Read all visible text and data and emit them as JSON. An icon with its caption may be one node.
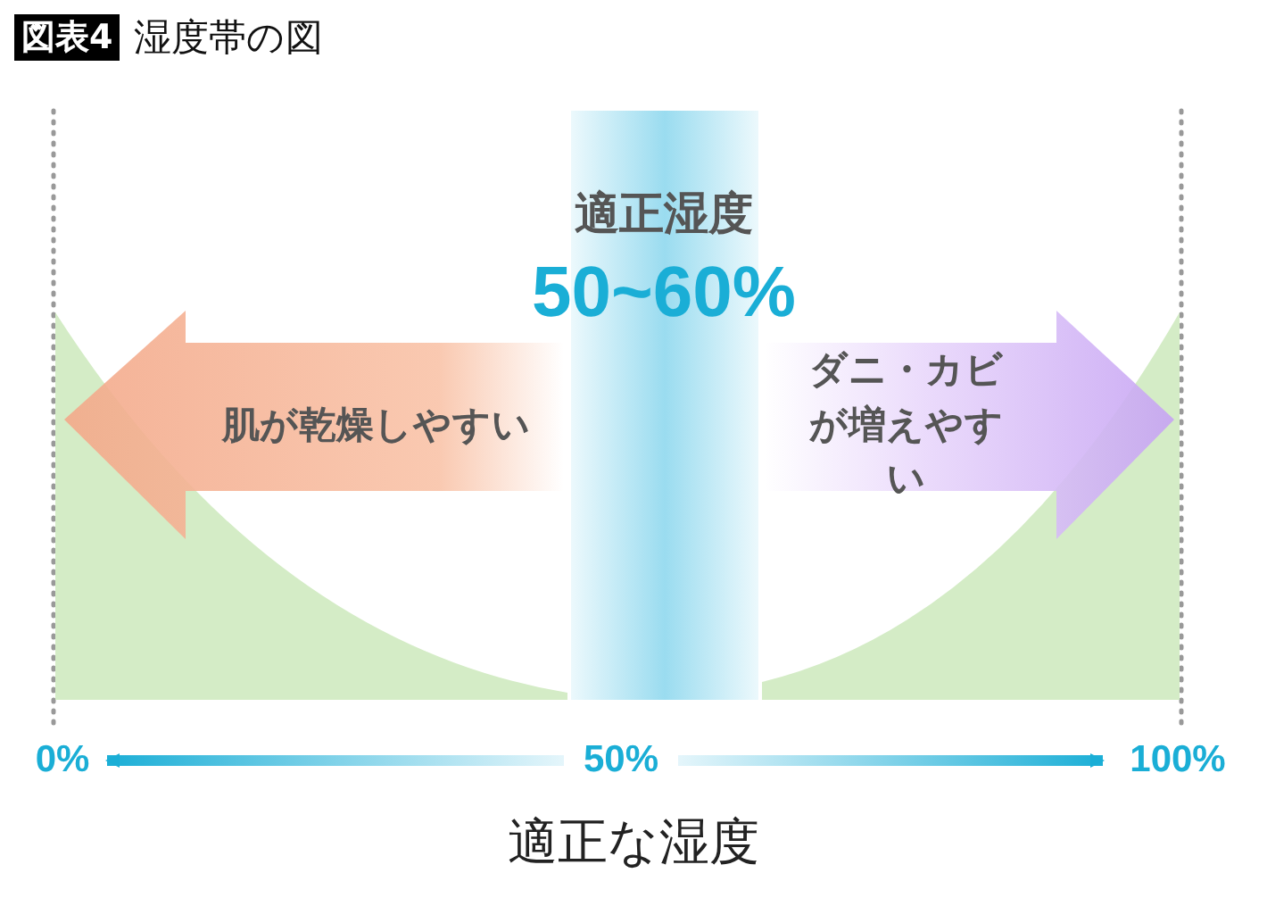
{
  "diagram": {
    "title": "湿度帯の図",
    "caption": "適正な湿度",
    "nodes": [
      {
        "text": [
          "適正湿度",
          "50~60%"
        ]
      },
      {
        "text": [
          "肌が乾燥しやすい"
        ]
      },
      {
        "text": [
          "ダニ・カビが増えやすい"
        ]
      },
      {
        "text": [
          "0%"
        ]
      },
      {
        "text": [
          "50%"
        ]
      },
      {
        "text": [
          "100%"
        ]
      }
    ],
    "edges": [
      {
        "from": 4,
        "to": 3,
        "arrow": "to"
      },
      {
        "from": 4,
        "to": 5,
        "arrow": "to"
      }
    ],
    "labels": [
      "図表4"
    ]
  }
}
